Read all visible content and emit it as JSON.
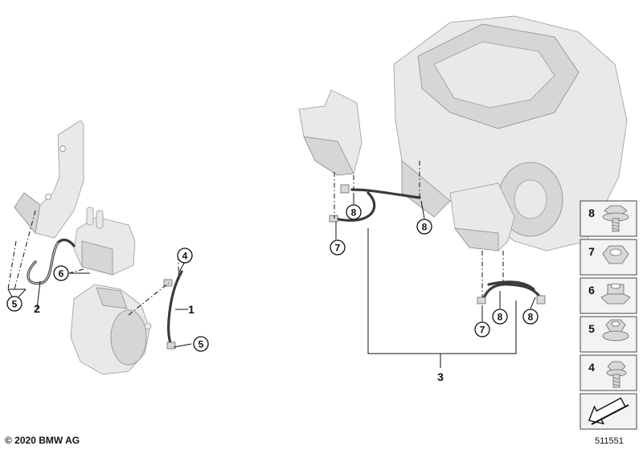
{
  "diagram": {
    "callouts": {
      "part_1": "1",
      "part_2": "2",
      "part_3": "3",
      "left_4": "4",
      "left_5a": "5",
      "left_5b": "5",
      "left_6": "6",
      "mid_7": "7",
      "mid_8a": "8",
      "mid_8b": "8",
      "low_7": "7",
      "low_8a": "8",
      "low_8b": "8"
    },
    "legend": [
      {
        "number": "8",
        "icon": "flange-bolt-icon"
      },
      {
        "number": "7",
        "icon": "hex-nut-icon"
      },
      {
        "number": "6",
        "icon": "collar-nut-icon"
      },
      {
        "number": "5",
        "icon": "flange-nut-icon"
      },
      {
        "number": "4",
        "icon": "hex-bolt-icon"
      }
    ],
    "legend_arrow_icon": "direction-arrow-icon"
  },
  "footer": {
    "copyright": "© 2020 BMW AG",
    "image_number": "511551"
  }
}
